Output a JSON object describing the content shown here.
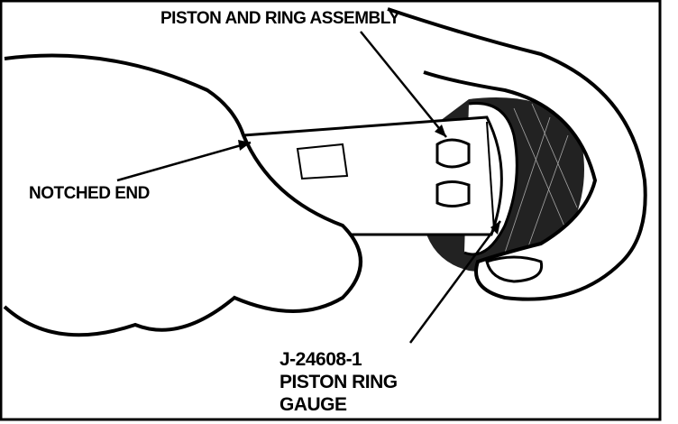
{
  "labels": {
    "assembly": "PISTON AND RING ASSEMBLY",
    "notched_end": "NOTCHED END",
    "gauge_part_number": "J-24608-1",
    "gauge_line1": "PISTON RING",
    "gauge_line2": "GAUGE"
  }
}
